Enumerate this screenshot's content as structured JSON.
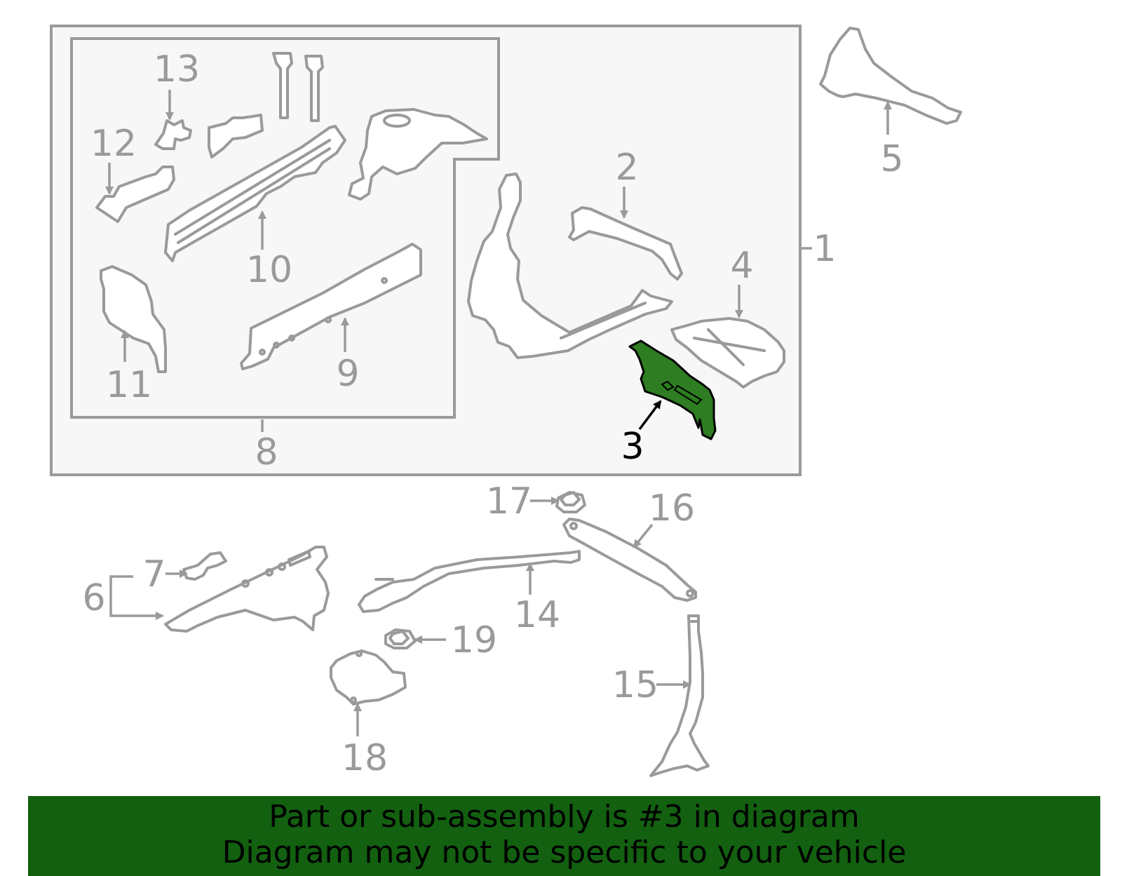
{
  "labels": {
    "p1": "1",
    "p2": "2",
    "p3": "3",
    "p4": "4",
    "p5": "5",
    "p6": "6",
    "p7": "7",
    "p8": "8",
    "p9": "9",
    "p10": "10",
    "p11": "11",
    "p12": "12",
    "p13": "13",
    "p14": "14",
    "p15": "15",
    "p16": "16",
    "p17": "17",
    "p18": "18",
    "p19": "19"
  },
  "highlight": {
    "part": "3",
    "color": "#2e7d22"
  },
  "banner": {
    "line1": "Part or sub-assembly is #3 in diagram",
    "line2": "Diagram may not be specific to your vehicle",
    "background": "#126010"
  }
}
